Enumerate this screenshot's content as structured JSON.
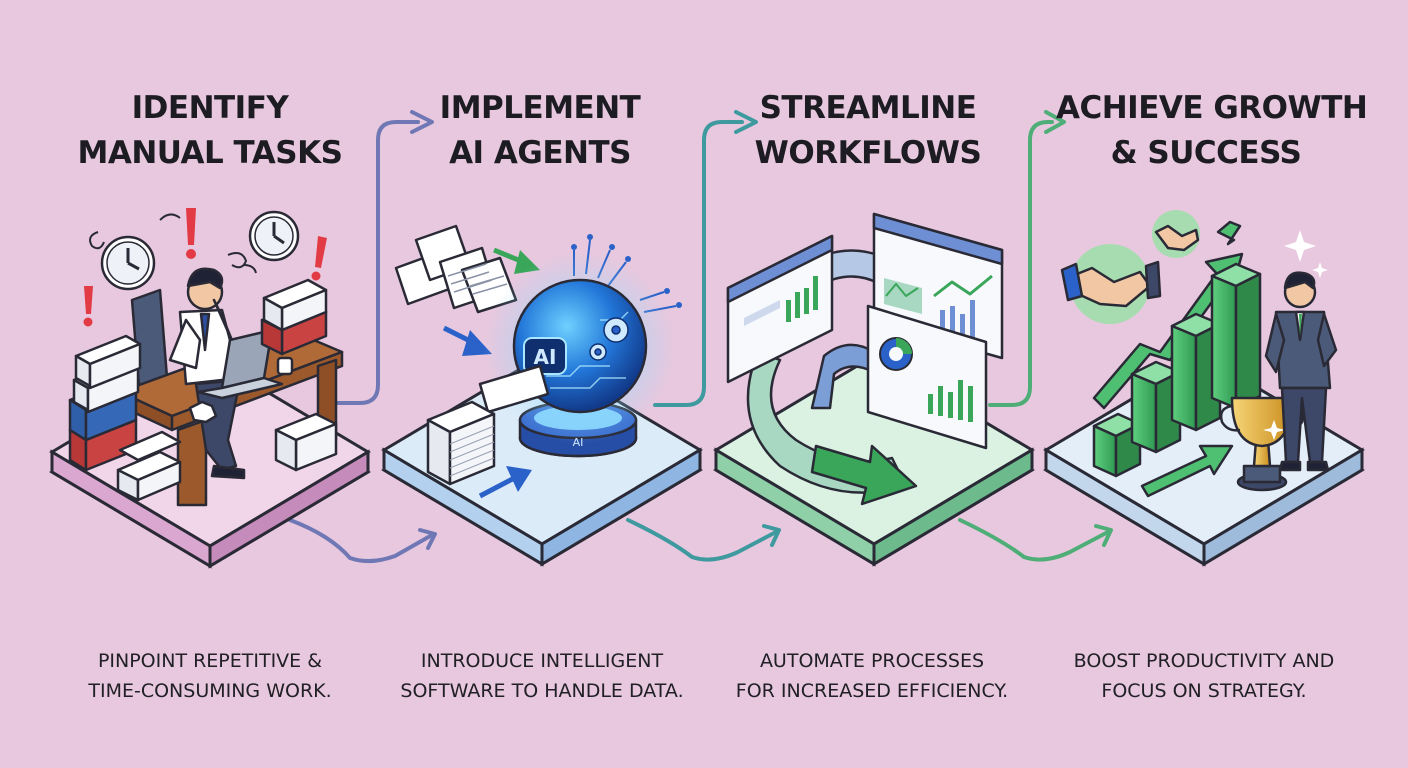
{
  "steps": [
    {
      "title_lines": [
        "IDENTIFY",
        "MANUAL TASKS"
      ],
      "desc_lines": [
        "PINPOINT REPETITIVE &",
        "TIME-CONSUMING WORK."
      ],
      "color": "#d6a8cf"
    },
    {
      "title_lines": [
        "IMPLEMENT",
        "AI AGENTS"
      ],
      "desc_lines": [
        "INTRODUCE INTELLIGENT",
        "SOFTWARE TO HANDLE DATA."
      ],
      "color": "#bcd8ef",
      "sphere_label": "AI",
      "base_label": "AI"
    },
    {
      "title_lines": [
        "STREAMLINE",
        "WORKFLOWS"
      ],
      "desc_lines": [
        "AUTOMATE PROCESSES",
        "FOR INCREASED EFFICIENCY."
      ],
      "color": "#c6ead6"
    },
    {
      "title_lines": [
        "ACHIEVE GROWTH",
        "& SUCCESS"
      ],
      "desc_lines": [
        "BOOST PRODUCTIVITY AND",
        "FOCUS ON STRATEGY."
      ],
      "color": "#cfe0f1"
    }
  ],
  "colors": {
    "background": "#e8c8de",
    "connector_purple": "#6f78b4",
    "connector_teal": "#3f9aa0",
    "connector_green": "#4fae78",
    "accent_blue": "#2b62c9",
    "accent_green": "#3aa65a"
  },
  "icons": [
    "clock-icon",
    "exclamation-icon",
    "document-stack-icon",
    "ai-sphere-icon",
    "gear-icon",
    "dashboard-icon",
    "bar-chart-icon",
    "handshake-icon",
    "trophy-icon",
    "growth-arrow-icon"
  ]
}
